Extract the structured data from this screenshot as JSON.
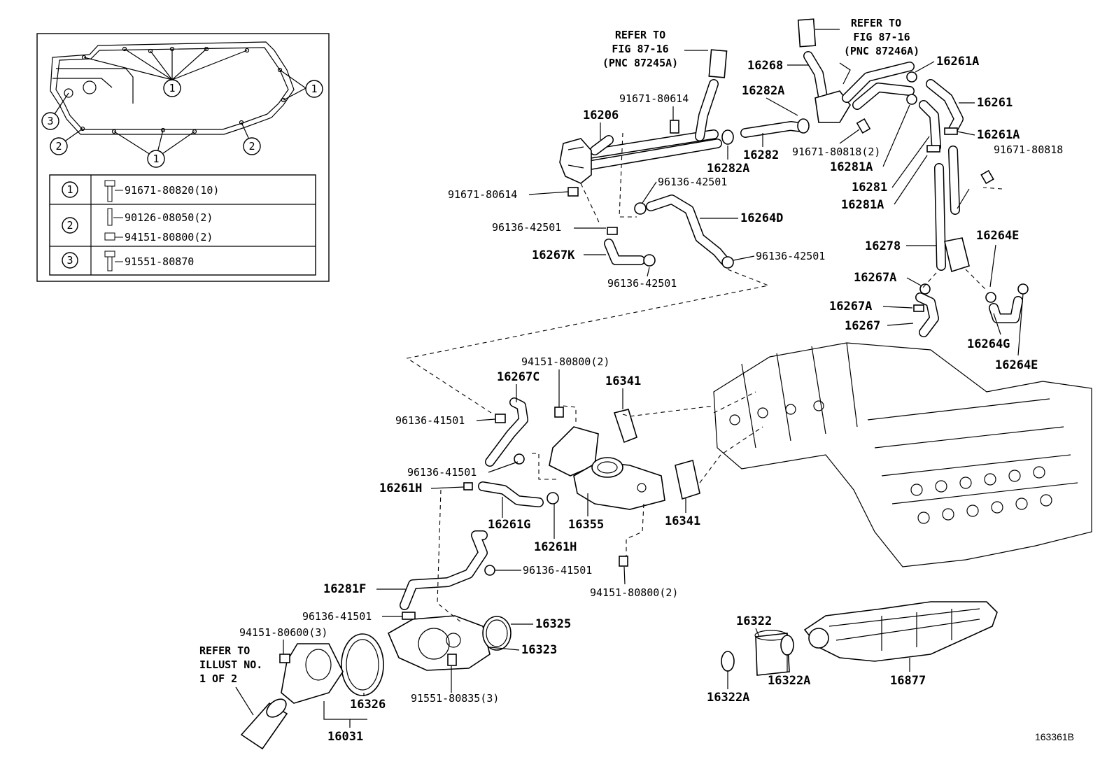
{
  "drawing_id": "163361B",
  "inset": {
    "callouts": [
      "1",
      "2",
      "3"
    ],
    "legend": [
      {
        "key": "1",
        "parts": [
          "91671-80820(10)"
        ]
      },
      {
        "key": "2",
        "parts": [
          "90126-08050(2)",
          "94151-80800(2)"
        ]
      },
      {
        "key": "3",
        "parts": [
          "91551-80870"
        ]
      }
    ]
  },
  "refer_notes": {
    "fig_87245": [
      "REFER TO",
      "FIG 87-16",
      "(PNC 87245A)"
    ],
    "fig_87246": [
      "REFER TO",
      "FIG 87-16",
      "(PNC 87246A)"
    ],
    "illust": [
      "REFER TO",
      "ILLUST NO.",
      "1 OF 2"
    ]
  },
  "labels": {
    "p16268": "16268",
    "p16261A_1": "16261A",
    "p16282A_1": "16282A",
    "p16261": "16261",
    "p91671_80614_top": "91671-80614",
    "p16206": "16206",
    "p16261A_2": "16261A",
    "p16282": "16282",
    "p91671_80818_2": "91671-80818(2)",
    "p91671_80818": "91671-80818",
    "p16282A_2": "16282A",
    "p16281A_1": "16281A",
    "p96136_42501_a": "96136-42501",
    "p16281": "16281",
    "p91671_80614_left": "91671-80614",
    "p16281A_2": "16281A",
    "p16264D": "16264D",
    "p96136_42501_b": "96136-42501",
    "p16264E_1": "16264E",
    "p16278": "16278",
    "p16267K": "16267K",
    "p96136_42501_c": "96136-42501",
    "p96136_42501_d": "96136-42501",
    "p16267A_1": "16267A",
    "p16267A_2": "16267A",
    "p16267": "16267",
    "p16264G": "16264G",
    "p16264E_2": "16264E",
    "p94151_80800_top": "94151-80800(2)",
    "p16267C": "16267C",
    "p16341_top": "16341",
    "p96136_41501_a": "96136-41501",
    "p96136_41501_b": "96136-41501",
    "p16261H_left": "16261H",
    "p16261G": "16261G",
    "p16355": "16355",
    "p16341_bot": "16341",
    "p16261H_bot": "16261H",
    "p96136_41501_c": "96136-41501",
    "p94151_80800_bot": "94151-80800(2)",
    "p16281F": "16281F",
    "p96136_41501_d": "96136-41501",
    "p16325": "16325",
    "p94151_80600": "94151-80600(3)",
    "p16323": "16323",
    "p16322": "16322",
    "p16326": "16326",
    "p91551_80835": "91551-80835(3)",
    "p16322A_1": "16322A",
    "p16877": "16877",
    "p16322A_2": "16322A",
    "p16031": "16031"
  }
}
